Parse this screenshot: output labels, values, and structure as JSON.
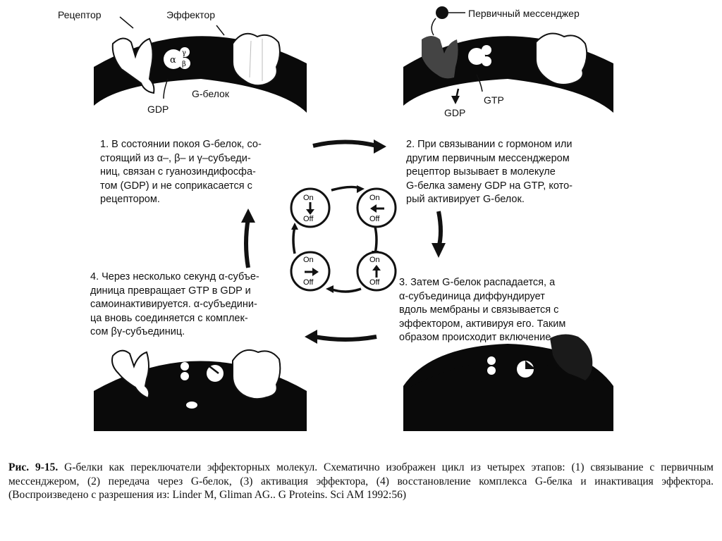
{
  "labels": {
    "receptor": "Рецептор",
    "effector": "Эффектор",
    "first_messenger": "Первичный мессенджер",
    "gdp_1": "GDP",
    "g_protein": "G-белок",
    "gdp_2": "GDP",
    "gtp": "GTP",
    "alpha": "α",
    "beta": "β",
    "gamma": "γ"
  },
  "switches": [
    {
      "on": "On",
      "off": "Off"
    },
    {
      "on": "On",
      "off": "Off"
    },
    {
      "on": "On",
      "off": "Off"
    },
    {
      "on": "On",
      "off": "Off"
    }
  ],
  "steps": {
    "step1": "1. В состоянии покоя G-белок, со-\nстоящий из α–, β– и γ–субъеди-\nниц, связан с гуанозиндифосфа-\nтом (GDP) и не соприкасается с\nрецептором.",
    "step2": "2. При связывании с гормоном или\nдругим первичным мессенджером\nрецептор вызывает в молекуле\nG-белка замену GDP на GTP, кото-\nрый активирует G-белок.",
    "step3": "3. Затем G-белок распадается, а\nα-субъединица диффундирует\nвдоль мембраны и связывается с\nэффектором, активируя его. Таким\nобразом происходит включение.",
    "step4": "4. Через несколько секунд α-субъе-\nдиница превращает GTP в GDP и\nсамоинактивируется. α-субъедини-\nца вновь соединяется с комплек-\nсом βγ-субъединиц."
  },
  "caption": {
    "label": "Рис. 9-15.",
    "text": " G-белки как переключатели эффекторных молекул. Схематично изображен цикл из четырех этапов: (1) связывание с первичным мессенджером, (2) передача через G-белок, (3) активация эффектора, (4) восстановление комплекса G-белка и инактивация эффектора. (Воспроизведено с разрешения из: Linder M, Gliman AG.. G Proteins. Sci AM 1992:56)"
  }
}
